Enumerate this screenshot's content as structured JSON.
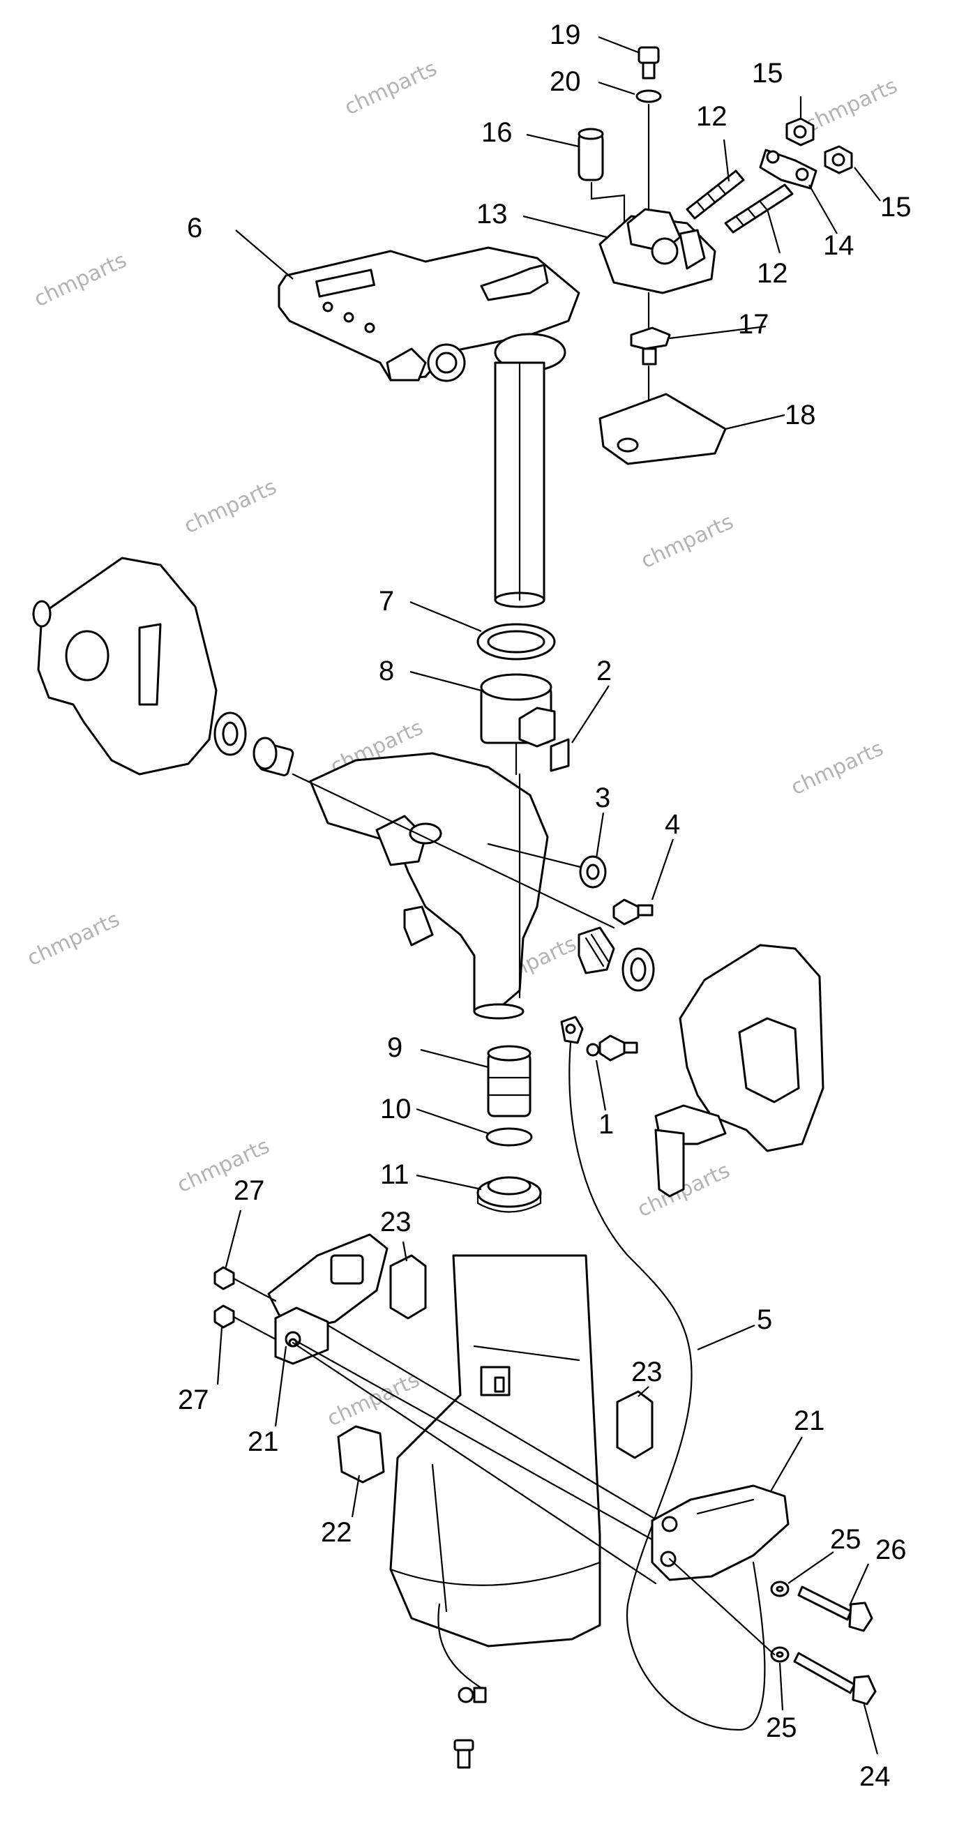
{
  "watermark": "chmparts",
  "callouts": {
    "c1": "1",
    "c2": "2",
    "c3": "3",
    "c4": "4",
    "c5": "5",
    "c6": "6",
    "c7": "7",
    "c8": "8",
    "c9": "9",
    "c10": "10",
    "c11": "11",
    "c12a": "12",
    "c12b": "12",
    "c13": "13",
    "c14": "14",
    "c15a": "15",
    "c15b": "15",
    "c16": "16",
    "c17": "17",
    "c18": "18",
    "c19": "19",
    "c20": "20",
    "c21a": "21",
    "c21b": "21",
    "c22": "22",
    "c23a": "23",
    "c23b": "23",
    "c24": "24",
    "c25a": "25",
    "c25b": "25",
    "c26": "26",
    "c27a": "27",
    "c27b": "27"
  },
  "colors": {
    "line": "#000000",
    "background": "#ffffff",
    "watermark": "#b3b3b3"
  }
}
